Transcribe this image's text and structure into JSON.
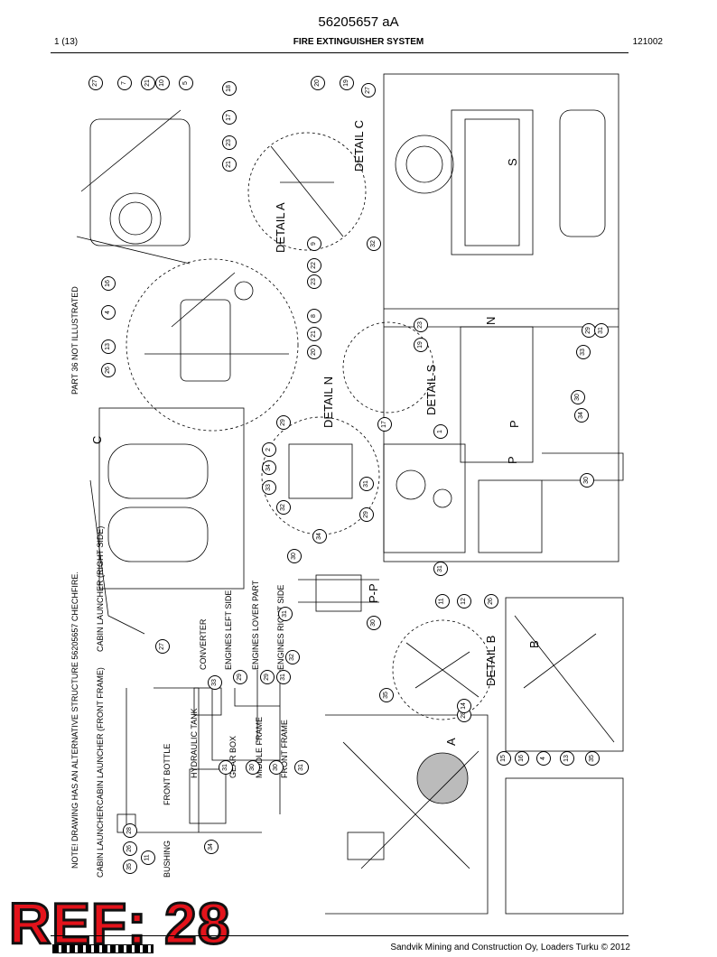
{
  "header": {
    "doc_number": "56205657 aA",
    "page": "1 (13)",
    "title": "FIRE EXTINGUISHER SYSTEM",
    "date_code": "121002"
  },
  "notes": {
    "alt_structure": "NOTE! DRAWING HAS AN ALTERNATIVE STRUCTURE 56205657 CHECHFIRE.",
    "not_illustrated": "PART 36 NOT ILLUSTRATED"
  },
  "details": {
    "a": "DETAIL A",
    "b": "DETAIL B",
    "c": "DETAIL C",
    "n": "DETAIL N",
    "s": "DETAIL S",
    "pp": "P-P"
  },
  "view_letters": {
    "a": "A",
    "b": "B",
    "c": "C",
    "n": "N",
    "s": "S",
    "p1": "P",
    "p2": "P"
  },
  "schematic": {
    "cabin_launcher": "CABIN LAUNCHER",
    "cabin_launcher_front": "CABIN LAUNCHER (FRONT FRAME)",
    "cabin_launcher_right": "CABIN LAUNCHER (RIGHT SIDE)",
    "bushing": "BUSHING",
    "front_bottle": "FRONT BOTTLE",
    "hydraulic_tank": "HYDRAULIC TANK",
    "gear_box": "GEAR BOX",
    "middle_frame": "MIDDLE FRAME",
    "front_frame": "FRONT FRAME",
    "converter": "CONVERTER",
    "engines_left": "ENGINES LEFT SIDE",
    "engines_lower": "ENGINES LOVER PART",
    "engines_right": "ENGINES RIGHT SIDE"
  },
  "bubbles": [
    "27",
    "7",
    "21",
    "10",
    "5",
    "18",
    "17",
    "23",
    "21",
    "20",
    "19",
    "27",
    "16",
    "4",
    "13",
    "26",
    "9",
    "22",
    "23",
    "8",
    "21",
    "20",
    "32",
    "23",
    "19",
    "30",
    "33",
    "29",
    "31",
    "29",
    "2",
    "34",
    "33",
    "32",
    "31",
    "29",
    "1",
    "34",
    "30",
    "30",
    "34",
    "31",
    "31",
    "30",
    "26",
    "12",
    "11",
    "28",
    "14",
    "35",
    "27",
    "33",
    "29",
    "29",
    "31",
    "32",
    "31",
    "30",
    "30",
    "31",
    "34",
    "26",
    "28",
    "11",
    "35",
    "15",
    "16",
    "4",
    "13",
    "35",
    "17"
  ],
  "stamp": "REF: 28",
  "footer": {
    "copyright": "Sandvik Mining and Construction Oy, Loaders Turku © 2012"
  }
}
